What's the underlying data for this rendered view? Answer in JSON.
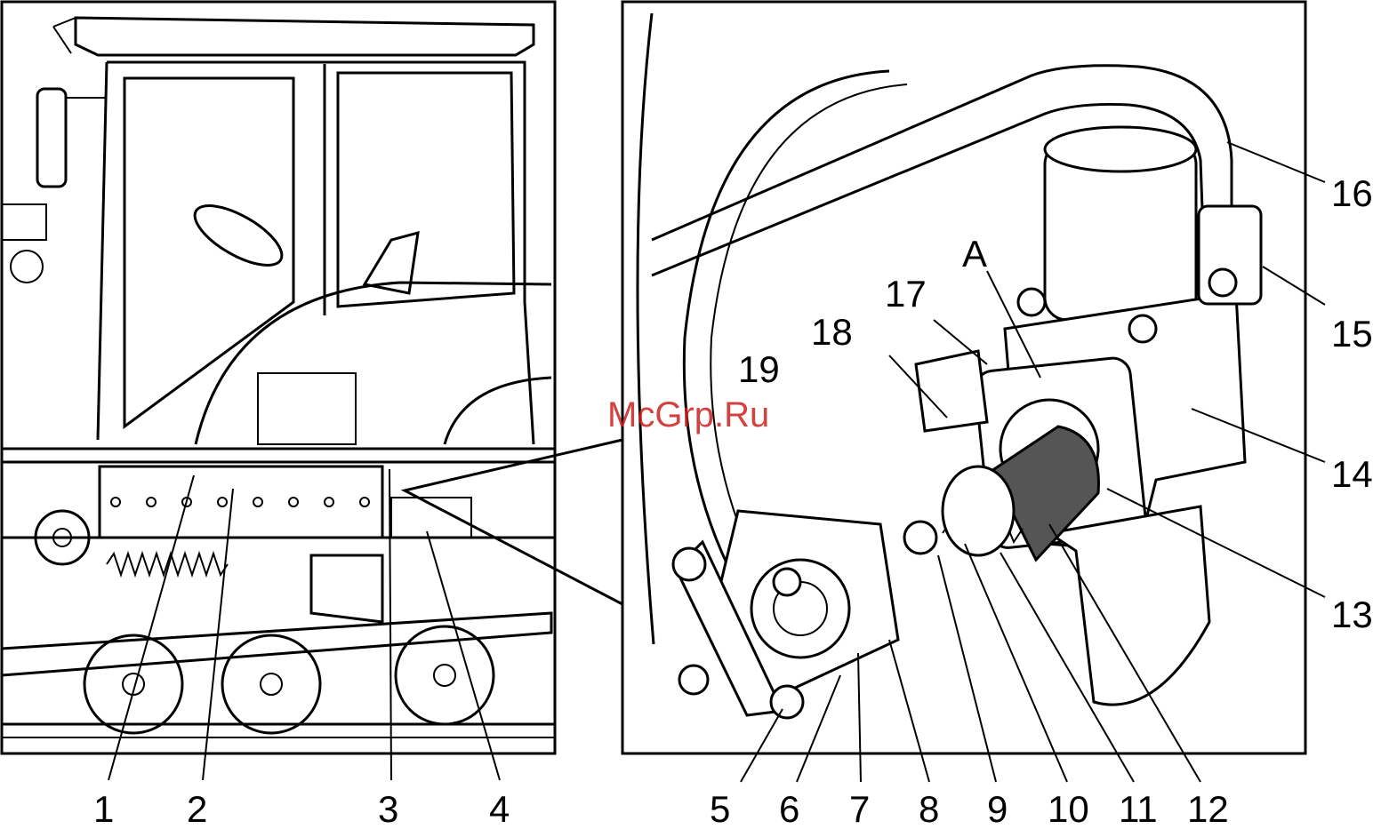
{
  "left_callouts": [
    "1",
    "2",
    "3",
    "4"
  ],
  "bottom_callouts": [
    "5",
    "6",
    "7",
    "8",
    "9",
    "10",
    "11",
    "12"
  ],
  "right_callouts": [
    "16",
    "15",
    "14",
    "13"
  ],
  "inner_labels": {
    "a": "A",
    "n17": "17",
    "n18": "18",
    "n19": "19"
  },
  "watermark": "McGrp.Ru"
}
